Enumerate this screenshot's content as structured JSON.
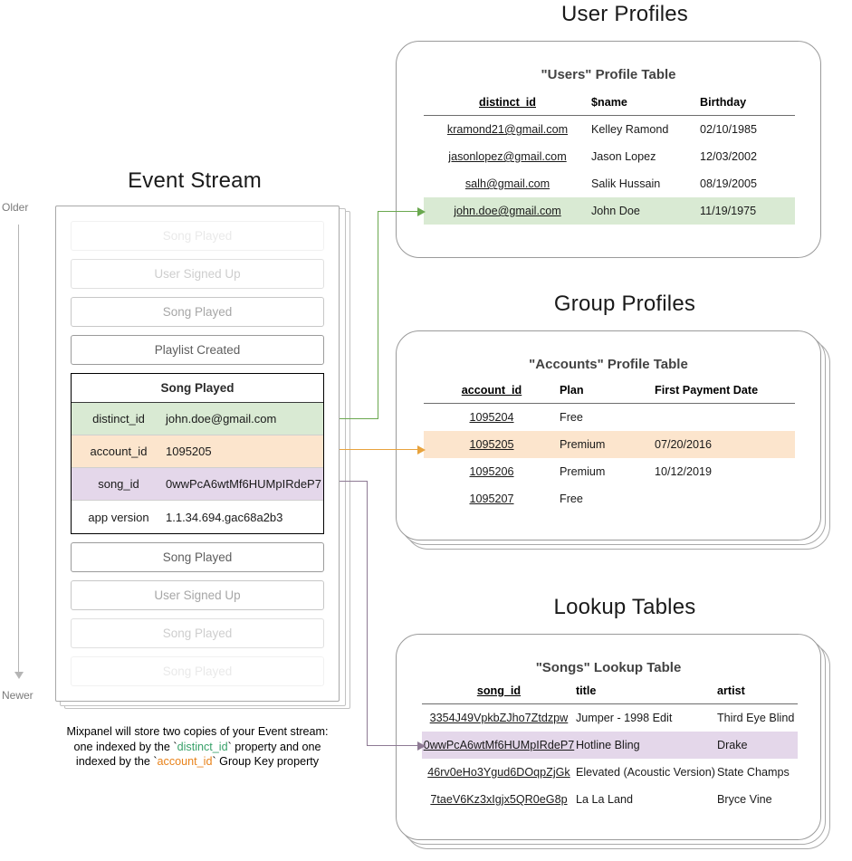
{
  "sections": {
    "event_stream_title": "Event Stream",
    "user_profiles_title": "User Profiles",
    "group_profiles_title": "Group Profiles",
    "lookup_tables_title": "Lookup Tables"
  },
  "time_axis": {
    "older": "Older",
    "newer": "Newer"
  },
  "event_stream": {
    "events_above": [
      {
        "label": "Song Played",
        "fade": 3
      },
      {
        "label": "User Signed Up",
        "fade": 2
      },
      {
        "label": "Song Played",
        "fade": 1
      },
      {
        "label": "Playlist Created",
        "fade": 0
      }
    ],
    "expanded_event": {
      "name": "Song Played",
      "properties": [
        {
          "key": "distinct_id",
          "value": "john.doe@gmail.com",
          "highlight": "green"
        },
        {
          "key": "account_id",
          "value": "1095205",
          "highlight": "orange"
        },
        {
          "key": "song_id",
          "value": "0wwPcA6wtMf6HUMpIRdeP7",
          "highlight": "purple"
        },
        {
          "key": "app version",
          "value": "1.1.34.694.gac68a2b3",
          "highlight": "none"
        }
      ]
    },
    "events_below": [
      {
        "label": "Song Played",
        "fade": 0
      },
      {
        "label": "User Signed Up",
        "fade": 1
      },
      {
        "label": "Song Played",
        "fade": 2
      },
      {
        "label": "Song Played",
        "fade": 3
      }
    ],
    "caption": {
      "line1": "Mixpanel will store two copies of your Event stream:",
      "line2_a": "one indexed by the `",
      "line2_token": "distinct_id",
      "line2_b": "` property and one",
      "line3_a": "indexed by the `",
      "line3_token": "account_id",
      "line3_b": "` Group Key property"
    }
  },
  "users_table": {
    "title": "\"Users\" Profile Table",
    "columns": [
      "distinct_id",
      "$name",
      "Birthday"
    ],
    "rows": [
      {
        "cells": [
          "kramond21@gmail.com",
          "Kelley Ramond",
          "02/10/1985"
        ],
        "highlight": "none"
      },
      {
        "cells": [
          "jasonlopez@gmail.com",
          "Jason Lopez",
          "12/03/2002"
        ],
        "highlight": "none"
      },
      {
        "cells": [
          "salh@gmail.com",
          "Salik Hussain",
          "08/19/2005"
        ],
        "highlight": "none"
      },
      {
        "cells": [
          "john.doe@gmail.com",
          "John Doe",
          "11/19/1975"
        ],
        "highlight": "green"
      }
    ]
  },
  "accounts_table": {
    "title": "\"Accounts\" Profile Table",
    "columns": [
      "account_id",
      "Plan",
      "First Payment Date"
    ],
    "rows": [
      {
        "cells": [
          "1095204",
          "Free",
          ""
        ],
        "highlight": "none"
      },
      {
        "cells": [
          "1095205",
          "Premium",
          "07/20/2016"
        ],
        "highlight": "orange"
      },
      {
        "cells": [
          "1095206",
          "Premium",
          "10/12/2019"
        ],
        "highlight": "none"
      },
      {
        "cells": [
          "1095207",
          "Free",
          ""
        ],
        "highlight": "none"
      }
    ]
  },
  "songs_table": {
    "title": "\"Songs\" Lookup Table",
    "columns": [
      "song_id",
      "title",
      "artist"
    ],
    "rows": [
      {
        "cells": [
          "3354J49VpkbZJho7Ztdzpw",
          "Jumper - 1998 Edit",
          "Third Eye Blind"
        ],
        "highlight": "none"
      },
      {
        "cells": [
          "0wwPcA6wtMf6HUMpIRdeP7",
          "Hotline Bling",
          "Drake"
        ],
        "highlight": "purple"
      },
      {
        "cells": [
          "46rv0eHo3Ygud6DOqpZjGk",
          "Elevated (Acoustic Version)",
          "State Champs"
        ],
        "highlight": "none"
      },
      {
        "cells": [
          "7taeV6Kz3xIgjx5QR0eG8p",
          "La La Land",
          "Bryce Vine"
        ],
        "highlight": "none"
      }
    ]
  },
  "colors": {
    "green": "#6aa84f",
    "orange": "#e8a33d",
    "purple": "#8e7a94",
    "green_fill": "#d9ead3",
    "orange_fill": "#fce5cd",
    "purple_fill": "#e4d7ea"
  }
}
